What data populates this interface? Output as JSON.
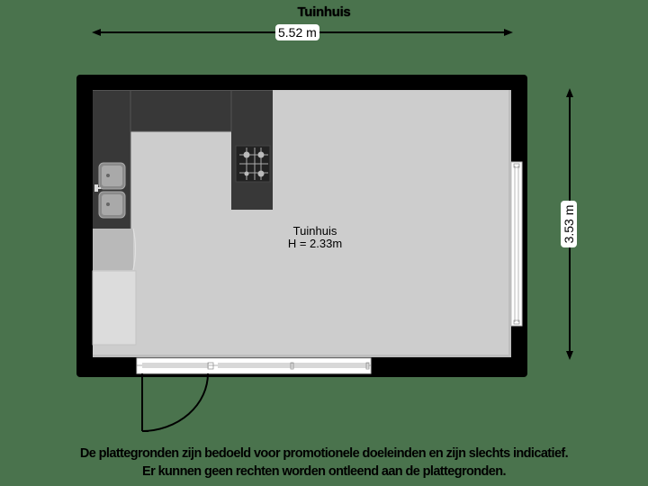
{
  "plan": {
    "title": "Tuinhuis",
    "width_dimension": "5.52 m",
    "height_dimension": "3.53 m",
    "room": {
      "name": "Tuinhuis",
      "height_label": "H = 2.33m"
    },
    "fixtures": [
      "kitchen-counter",
      "double-sink",
      "gas-hob",
      "fridge",
      "cabinet",
      "door",
      "sliding-window",
      "side-window"
    ]
  },
  "colors": {
    "background": "#4a734d",
    "wall": "#000000",
    "floor": "#cccccc",
    "counter": "#3a3a3a",
    "label_bg": "#ffffff"
  },
  "disclaimer": {
    "line1": "De plattegronden zijn bedoeld voor promotionele doeleinden en zijn slechts indicatief.",
    "line2": "Er kunnen geen rechten worden ontleend aan de plattegronden."
  }
}
